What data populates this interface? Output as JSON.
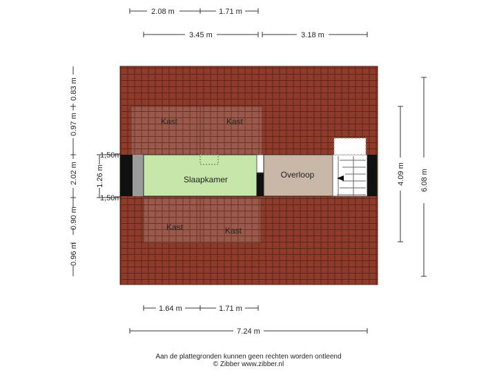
{
  "colors": {
    "roof": "#8e3b2b",
    "roof_line": "#5e2418",
    "kast_fill": "#9a5a4b",
    "slaapkamer": "#c7e6aa",
    "overloop": "#c9b8a8",
    "wall": "#111111",
    "dim_line": "#333333"
  },
  "top_dims": {
    "row1": [
      "2.08 m",
      "1.71 m"
    ],
    "row2": [
      "3.45 m",
      "3.18 m"
    ]
  },
  "bottom_dims": {
    "row1": [
      "1.64 m",
      "1.71 m"
    ],
    "row2": [
      "7.24 m"
    ]
  },
  "left_dims": {
    "outer": [
      "0.83 m",
      "0.97 m",
      "2.02 m",
      "0.90 m",
      "0.96 m"
    ],
    "inner": "1.26 m",
    "inner_top": "1,50m",
    "inner_bottom": "1,50m"
  },
  "right_dims": {
    "inner": "4.09 m",
    "outer": "6.08 m"
  },
  "rooms": {
    "kast_top_left": "Kast",
    "kast_top_right": "Kast",
    "slaapkamer": "Slaapkamer",
    "overloop": "Overloop",
    "kast_bottom_left": "Kast",
    "kast_bottom_right": "Kast"
  },
  "footer": {
    "line1": "Aan de plattegronden kunnen geen rechten worden ontleend",
    "line2": "© Zibber www.zibber.nl"
  }
}
